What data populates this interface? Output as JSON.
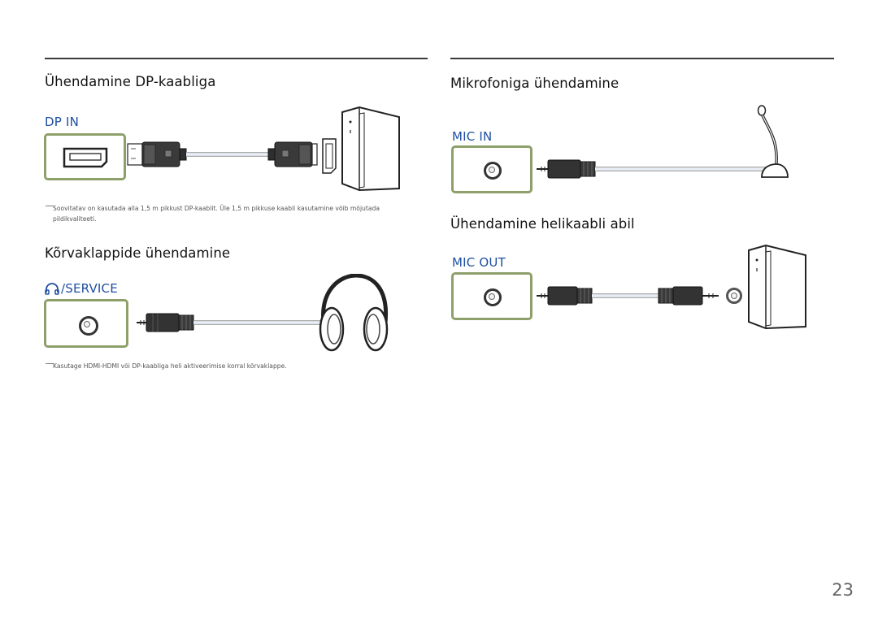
{
  "left": {
    "dp_section": {
      "title": "Ühendamine DP-kaabliga",
      "port_label": "DP IN",
      "note_dash": "―",
      "note": "Soovitatav on kasutada alla 1,5 m pikkust DP-kaablit. Üle 1,5 m pikkuse kaabli kasutamine võib mõjutada pildikvaliteeti."
    },
    "headphone_section": {
      "title": "Kõrvaklappide ühendamine",
      "port_label": "/SERVICE",
      "port_icon": "headphone-icon",
      "note_dash": "―",
      "note": "Kasutage HDMI-HDMI või DP-kaabliga heli aktiveerimise korral kõrvaklappe."
    }
  },
  "right": {
    "mic_section": {
      "title": "Mikrofoniga ühendamine",
      "port_label": "MIC IN"
    },
    "audio_section": {
      "title": "Ühendamine helikaabli abil",
      "port_label": "MIC OUT"
    }
  },
  "page_number": "23",
  "colors": {
    "port_frame": "#8ea06a",
    "port_label": "#1e4fa0",
    "rule": "#3a3a3a"
  }
}
